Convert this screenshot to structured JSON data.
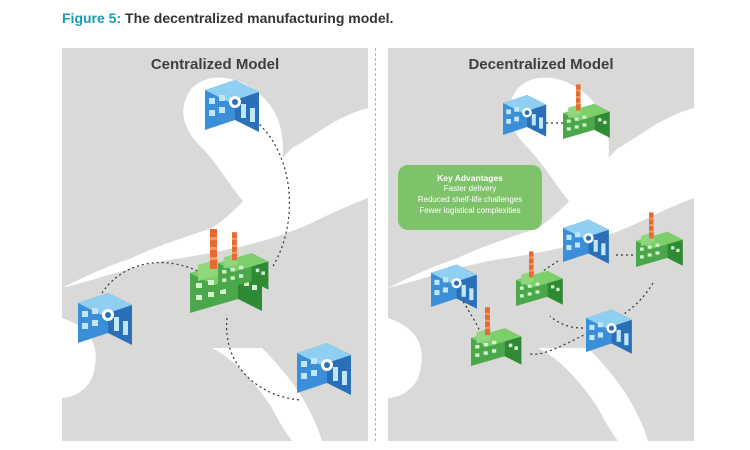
{
  "caption": {
    "figure_label": "Figure 5:",
    "text": "The decentralized manufacturing model."
  },
  "left_panel": {
    "title": "Centralized Model"
  },
  "right_panel": {
    "title": "Decentralized Model"
  },
  "advantages": {
    "title": "Key Advantages",
    "items": [
      "Faster delivery",
      "Reduced shelf-life challenges",
      "Fewer logistical complexities"
    ]
  },
  "colors": {
    "accent": "#1a9bb5",
    "map_land": "#d9d9d8",
    "map_sea": "#ffffff",
    "factory_green": "#5cb85c",
    "hospital_blue": "#3a8fd8",
    "advantage_box": "#7ec26a"
  }
}
